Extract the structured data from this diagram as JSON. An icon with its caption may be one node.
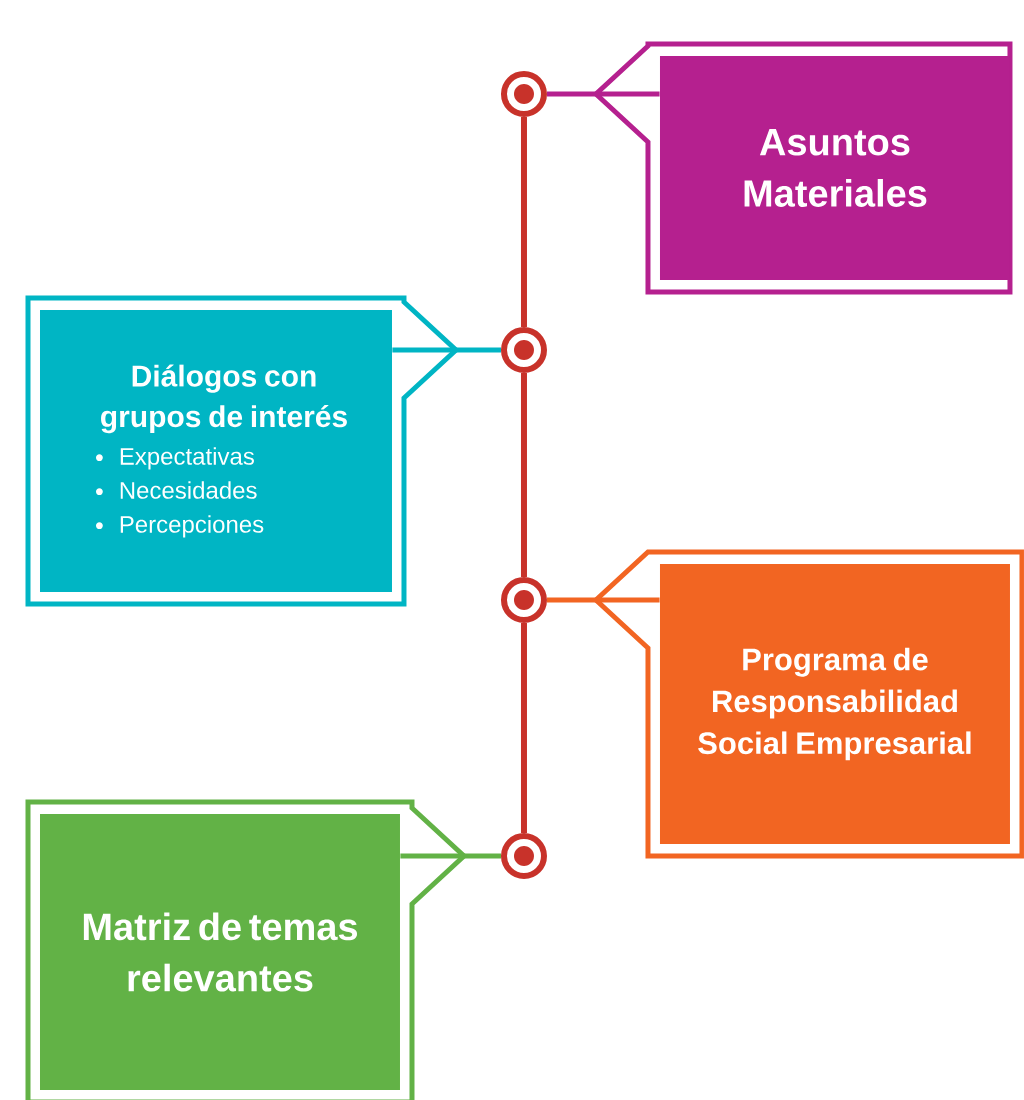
{
  "diagram": {
    "nodes": [
      {
        "text": [
          "Asuntos Materiales"
        ]
      },
      {
        "text": [
          "Diálogos con grupos de interés",
          "Expectativas",
          "Necesidades",
          "Percepciones"
        ]
      },
      {
        "text": [
          "Programa de Responsabilidad Social Empresarial"
        ]
      },
      {
        "text": [
          "Matriz de temas relevantes"
        ]
      },
      {
        "text": [],
        "shape": "circle"
      },
      {
        "text": [],
        "shape": "circle"
      },
      {
        "text": [],
        "shape": "circle"
      },
      {
        "text": [],
        "shape": "circle"
      }
    ],
    "edges": [
      {
        "from": 4,
        "to": 0,
        "arrow": "none",
        "color": "#b5208f"
      },
      {
        "from": 5,
        "to": 1,
        "arrow": "none",
        "color": "#00b5c4"
      },
      {
        "from": 6,
        "to": 2,
        "arrow": "none",
        "color": "#f26522"
      },
      {
        "from": 7,
        "to": 3,
        "arrow": "none",
        "color": "#62b246"
      },
      {
        "from": 4,
        "to": 5,
        "arrow": "none"
      },
      {
        "from": 5,
        "to": 6,
        "arrow": "none"
      },
      {
        "from": 6,
        "to": 7,
        "arrow": "none"
      }
    ]
  }
}
